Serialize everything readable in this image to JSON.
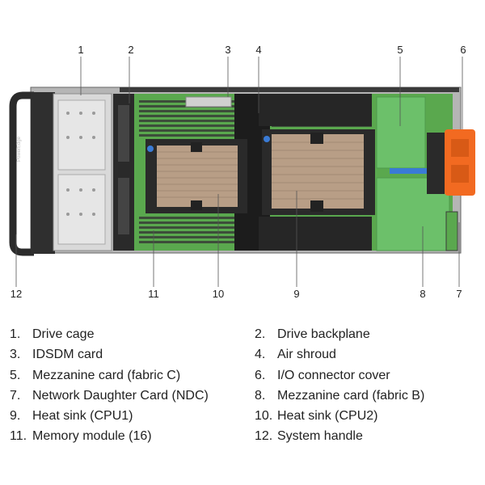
{
  "callouts": [
    "1",
    "2",
    "3",
    "4",
    "5",
    "6",
    "7",
    "8",
    "9",
    "10",
    "11",
    "12"
  ],
  "legend": [
    {
      "num": "1.",
      "label": "Drive cage"
    },
    {
      "num": "2.",
      "label": "Drive backplane"
    },
    {
      "num": "3.",
      "label": "IDSDM card"
    },
    {
      "num": "4.",
      "label": "Air shroud"
    },
    {
      "num": "5.",
      "label": "Mezzanine card (fabric C)"
    },
    {
      "num": "6.",
      "label": "I/O connector cover"
    },
    {
      "num": "7.",
      "label": "Network Daughter Card (NDC)"
    },
    {
      "num": "8.",
      "label": "Mezzanine card (fabric B)"
    },
    {
      "num": "9.",
      "label": "Heat sink (CPU1)"
    },
    {
      "num": "10.",
      "label": "Heat sink (CPU2)"
    },
    {
      "num": "11.",
      "label": "Memory module (16)"
    },
    {
      "num": "12.",
      "label": "System handle"
    }
  ],
  "colors": {
    "board": "#5aa84e",
    "mezzanine": "#6cc06a",
    "heatsink": "#b89e86",
    "shroud": "#1c1c1c",
    "chassis": "#8a8a8a",
    "cover": "#f26a21",
    "latch": "#3a7bd5"
  }
}
